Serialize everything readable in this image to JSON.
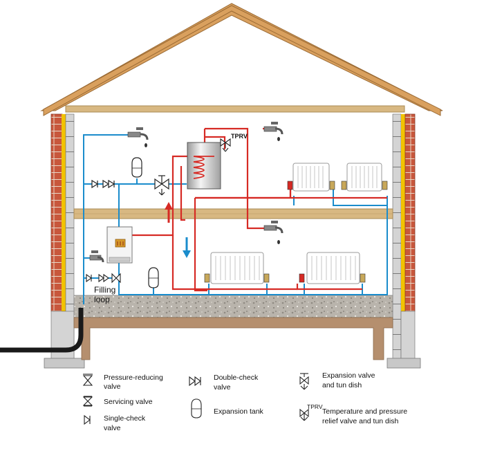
{
  "diagram": {
    "labels": {
      "tprv_tag": "TPRV",
      "filling_loop_line1": "Filling",
      "filling_loop_line2": "loop"
    },
    "colors": {
      "hot_pipe": "#d62a24",
      "cold_pipe": "#1a8ccc",
      "brick": "#c8573c",
      "insulation": "#f2c300",
      "roof": "#d9a05e",
      "floor_board": "#d8b882",
      "concrete": "#b9b4ac",
      "drain_pipe": "#1a1a1a"
    }
  },
  "legend": {
    "pressure_reducing_line1": "Pressure-reducing",
    "pressure_reducing_line2": "valve",
    "servicing": "Servicing valve",
    "single_check_line1": "Single-check",
    "single_check_line2": "valve",
    "double_check_line1": "Double-check",
    "double_check_line2": "valve",
    "expansion_tank": "Expansion tank",
    "expansion_valve_line1": "Expansion valve",
    "expansion_valve_line2": "and tun dish",
    "tprv_tag": "TPRV",
    "tprv_line1": "Temperature and pressure",
    "tprv_line2": "relief valve and tun dish"
  }
}
